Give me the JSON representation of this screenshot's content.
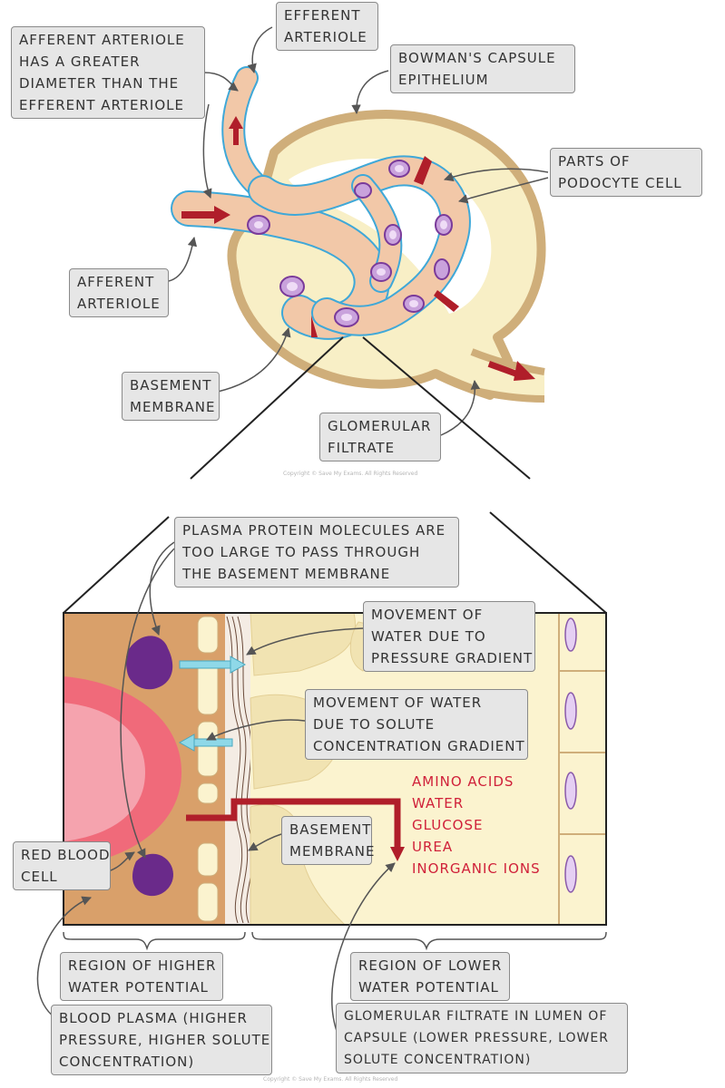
{
  "labels": {
    "afferent_note": [
      "AFFERENT ARTERIOLE",
      "HAS A GREATER",
      "DIAMETER THAN THE",
      "EFFERENT ARTERIOLE"
    ],
    "efferent": [
      "EFFERENT",
      "ARTERIOLE"
    ],
    "bowman": [
      "BOWMAN'S CAPSULE",
      "EPITHELIUM"
    ],
    "podocyte": [
      "PARTS OF",
      "PODOCYTE CELL"
    ],
    "afferent": [
      "AFFERENT",
      "ARTERIOLE"
    ],
    "basement_top": [
      "BASEMENT",
      "MEMBRANE"
    ],
    "filtrate": [
      "GLOMERULAR",
      "FILTRATE"
    ],
    "plasma_protein": [
      "PLASMA PROTEIN MOLECULES ARE",
      "TOO LARGE TO PASS THROUGH",
      "THE BASEMENT MEMBRANE"
    ],
    "water_pressure": [
      "MOVEMENT OF",
      "WATER DUE TO",
      "PRESSURE GRADIENT"
    ],
    "water_solute": [
      "MOVEMENT OF WATER",
      "DUE TO SOLUTE",
      "CONCENTRATION GRADIENT"
    ],
    "basement_bottom": [
      "BASEMENT",
      "MEMBRANE"
    ],
    "rbc": [
      "RED BLOOD",
      "CELL"
    ],
    "higher_wp": [
      "REGION OF HIGHER",
      "WATER POTENTIAL"
    ],
    "lower_wp": [
      "REGION OF LOWER",
      "WATER POTENTIAL"
    ],
    "blood_plasma": [
      "BLOOD PLASMA (HIGHER",
      "PRESSURE, HIGHER SOLUTE",
      "CONCENTRATION)"
    ],
    "lumen": [
      "GLOMERULAR FILTRATE IN LUMEN OF",
      "CAPSULE (LOWER  PRESSURE, LOWER",
      "SOLUTE  CONCENTRATION)"
    ]
  },
  "filtered_substances": [
    "AMINO ACIDS",
    "WATER",
    "GLUCOSE",
    "UREA",
    "INORGANIC IONS"
  ],
  "copyright": "Copyright © Save My Exams. All Rights Reserved",
  "colors": {
    "capsule": "#f8efc6",
    "capsule_edge": "#cfae7a",
    "vessel": "#f2c8a8",
    "plasma": "#d9a06a",
    "red_blood_cell": "#f06a7a",
    "protein": "#6a2a8a",
    "arrow_red": "#b01e2a",
    "arrow_cyan": "#8fd8e8",
    "substance_text": "#d0213a"
  }
}
